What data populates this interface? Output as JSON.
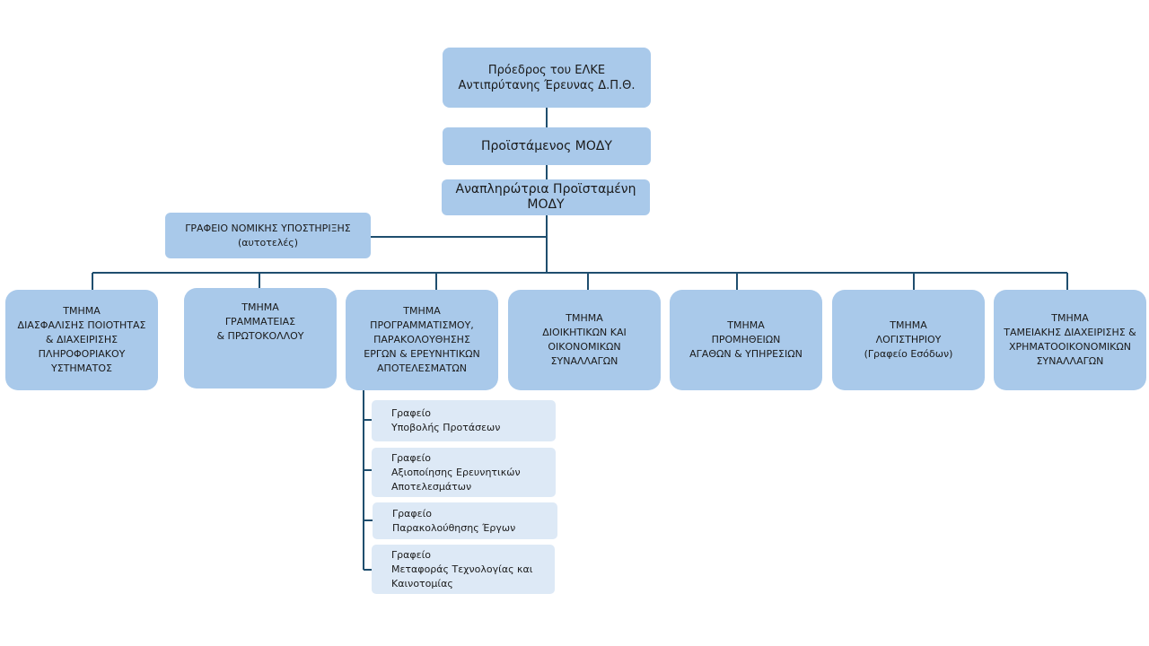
{
  "chart": {
    "president": "Πρόεδρος του ΕΛΚΕ\nΑντιπρύτανης Έρευνας Δ.Π.Θ.",
    "head": "Προϊστάμενος ΜΟΔΥ",
    "deputy": "Αναπληρώτρια Προϊσταμένη\nΜΟΔΥ",
    "legal_office": "ΓΡΑΦΕΙΟ ΝΟΜΙΚΗΣ ΥΠΟΣΤΗΡΙΞΗΣ\n(αυτοτελές)",
    "departments": [
      "ΤΜΗΜΑ\nΔΙΑΣΦΑΛΙΣΗΣ ΠΟΙΟΤΗΤΑΣ\n& ΔΙΑΧΕΙΡΙΣΗΣ\nΠΛΗΡΟΦΟΡΙΑΚΟΥ\nΥΣΤΗΜΑΤΟΣ",
      "ΤΜΗΜΑ\nΓΡΑΜΜΑΤΕΙΑΣ\n& ΠΡΩΤΟΚΟΛΛΟΥ",
      "ΤΜΗΜΑ\nΠΡΟΓΡΑΜΜΑΤΙΣΜΟΥ,\nΠΑΡΑΚΟΛΟΥΘΗΣΗΣ\nΕΡΓΩΝ & ΕΡΕΥΝΗΤΙΚΩΝ\nΑΠΟΤΕΛΕΣΜΑΤΩΝ",
      "ΤΜΗΜΑ\nΔΙΟΙΚΗΤΙΚΩΝ ΚΑΙ\nΟΙΚΟΝΟΜΙΚΩΝ\nΣΥΝΑΛΛΑΓΩΝ",
      "ΤΜΗΜΑ\nΠΡΟΜΗΘΕΙΩΝ\nΑΓΑΘΩΝ & ΥΠΗΡΕΣΙΩΝ",
      "ΤΜΗΜΑ\nΛΟΓΙΣΤΗΡΙΟΥ\n(Γραφείο Εσόδων)",
      "ΤΜΗΜΑ\nΤΑΜΕΙΑΚΗΣ ΔΙΑΧΕΙΡΙΣΗΣ &\nΧΡΗΜΑΤΟΟΙΚΟΝΟΜΙΚΩΝ\nΣΥΝΑΛΛΑΓΩΝ"
    ],
    "offices": [
      "Γραφείο\nΥποβολής Προτάσεων",
      "Γραφείο\nΑξιοποίησης Ερευνητικών\nΑποτελεσμάτων",
      "Γραφείο\nΠαρακολούθησης Έργων",
      "Γραφείο\nΜεταφοράς Τεχνολογίας και\nΚαινοτομίας"
    ],
    "colors": {
      "box": "#a9c9ea",
      "sub_box": "#dde9f6",
      "connector": "#1f4e6e"
    }
  }
}
